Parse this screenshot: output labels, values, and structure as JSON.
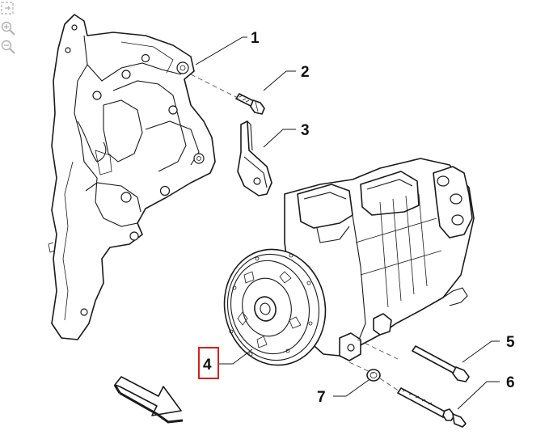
{
  "callouts": [
    {
      "id": "1",
      "label": "1"
    },
    {
      "id": "2",
      "label": "2"
    },
    {
      "id": "3",
      "label": "3"
    },
    {
      "id": "4",
      "label": "4",
      "highlighted": true
    },
    {
      "id": "5",
      "label": "5"
    },
    {
      "id": "6",
      "label": "6"
    },
    {
      "id": "7",
      "label": "7"
    }
  ],
  "colors": {
    "line": "#1a1a1a",
    "highlight": "#d42020",
    "toolbar_icon": "#b0b0b0"
  },
  "toolbar": {
    "icons": [
      "fit-screen-icon",
      "zoom-in-icon",
      "zoom-out-icon"
    ]
  }
}
